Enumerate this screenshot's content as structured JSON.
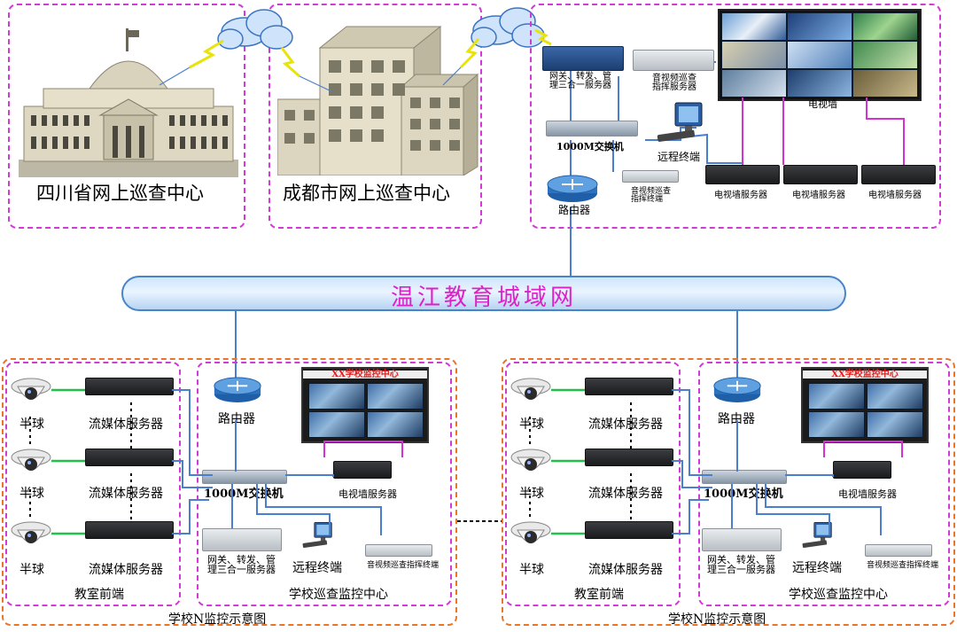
{
  "top": {
    "sichuan_center": "四川省网上巡查中心",
    "chengdu_center": "成都市网上巡查中心",
    "gateway_server": "网关、转发、管\n理三合一服务器",
    "av_command_server": "音视频巡查\n指挥服务器",
    "tv_wall": "电视墙",
    "switch_1000m": "1000M交换机",
    "remote_terminal": "远程终端",
    "router": "路由器",
    "av_command_terminal": "音视频巡查\n指挥终端",
    "tv_wall_servers": [
      "电视墙服务器",
      "电视墙服务器",
      "电视墙服务器"
    ]
  },
  "network": {
    "title": "温江教育城域网"
  },
  "schools": [
    {
      "cameras": [
        "半球",
        "半球",
        "半球"
      ],
      "stream_servers": [
        "流媒体服务器",
        "流媒体服务器",
        "流媒体服务器"
      ],
      "classroom_label": "教室前端",
      "router": "路由器",
      "monitor_title": "XX学校监控中心",
      "switch_1000m": "1000M交换机",
      "tv_wall_server": "电视墙服务器",
      "gateway_server": "网关、转发、管\n理三合一服务器",
      "remote_terminal": "远程终端",
      "av_command_terminal": "音视频巡查指挥终端",
      "center_label": "学校巡查监控中心",
      "diagram_caption": "学校N监控示意图"
    },
    {
      "cameras": [
        "半球",
        "半球",
        "半球"
      ],
      "stream_servers": [
        "流媒体服务器",
        "流媒体服务器",
        "流媒体服务器"
      ],
      "classroom_label": "教室前端",
      "router": "路由器",
      "monitor_title": "XX学校监控中心",
      "switch_1000m": "1000M交换机",
      "tv_wall_server": "电视墙服务器",
      "gateway_server": "网关、转发、管\n理三合一服务器",
      "remote_terminal": "远程终端",
      "av_command_terminal": "音视频巡查指挥终端",
      "center_label": "学校巡查监控中心",
      "diagram_caption": "学校N监控示意图"
    }
  ],
  "colors": {
    "pink_border": "#d23ad6",
    "orange_border": "#e8762a",
    "link_blue": "#4a7fd0",
    "link_green": "#22c24a",
    "link_magenta": "#d62fd6",
    "network_title": "#e11fc8"
  }
}
